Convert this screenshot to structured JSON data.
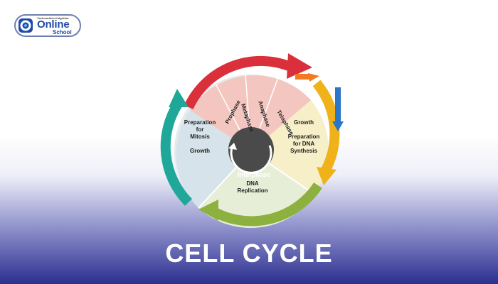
{
  "logo": {
    "small": "Yashvardhan Kalgutkar",
    "main": "Online",
    "sub": "School"
  },
  "diagram": {
    "mitosis_phases": [
      "Prophase",
      "Metaphase",
      "Anaphase",
      "Telophase"
    ],
    "left_labels": {
      "line1": "Preparation",
      "line2": "for",
      "line3": "Mitosis",
      "growth": "Growth"
    },
    "right_labels": {
      "growth": "Growth",
      "line1": "Preparation",
      "line2": "for DNA",
      "line3": "Synthesis"
    },
    "bottom_labels": {
      "line1": "DNA",
      "line2": "Replication"
    },
    "center_label": "Interphase"
  },
  "headline": "CELL CYCLE",
  "colors": {
    "headline": "#ffffff",
    "mitosis_arc": "#d9303b",
    "g1_arc": "#f0b21a",
    "s_arc": "#8db13e",
    "g2_arc": "#1fa89a",
    "center_disc": "#4a4a4a"
  }
}
